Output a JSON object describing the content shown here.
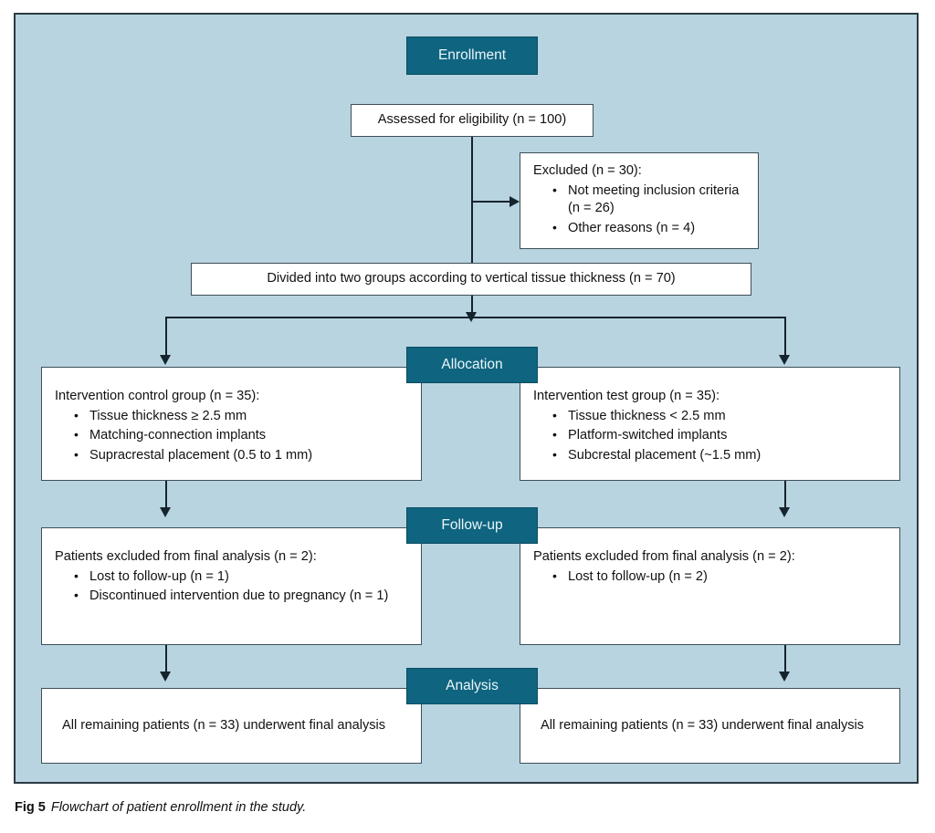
{
  "figure": {
    "caption_label": "Fig 5",
    "caption_text": "Flowchart of patient enrollment in the study.",
    "background_color": "#b8d4e0",
    "accent_color": "#0f647f",
    "box_border_color": "#3d4f58",
    "connector_color": "#15242c"
  },
  "chart_data": {
    "type": "diagram",
    "title": "Flowchart of patient enrollment in the study",
    "stages": [
      "Enrollment",
      "Allocation",
      "Follow-up",
      "Analysis"
    ],
    "nodes": [
      {
        "id": "enrollment-stage",
        "stage": "Enrollment",
        "text": "Enrollment",
        "style": "stage"
      },
      {
        "id": "assessed",
        "stage": "Enrollment",
        "text": "Assessed for eligibility (n = 100)",
        "n": 100
      },
      {
        "id": "excluded",
        "stage": "Enrollment",
        "lead": "Excluded (n = 30):",
        "n": 30,
        "bullets": [
          "Not meeting inclusion criteria (n = 26)",
          "Other reasons (n = 4)"
        ]
      },
      {
        "id": "divided",
        "stage": "Enrollment",
        "text": "Divided into two groups according to vertical tissue thickness (n = 70)",
        "n": 70
      },
      {
        "id": "allocation-stage",
        "stage": "Allocation",
        "text": "Allocation",
        "style": "stage"
      },
      {
        "id": "control-group",
        "stage": "Allocation",
        "lead": "Intervention control group (n = 35):",
        "n": 35,
        "bullets": [
          "Tissue thickness ≥ 2.5 mm",
          "Matching-connection implants",
          "Supracrestal placement (0.5 to 1 mm)"
        ]
      },
      {
        "id": "test-group",
        "stage": "Allocation",
        "lead": "Intervention test group (n = 35):",
        "n": 35,
        "bullets": [
          "Tissue thickness < 2.5 mm",
          "Platform-switched implants",
          "Subcrestal placement (~1.5 mm)"
        ]
      },
      {
        "id": "followup-stage",
        "stage": "Follow-up",
        "text": "Follow-up",
        "style": "stage"
      },
      {
        "id": "control-excluded",
        "stage": "Follow-up",
        "lead": "Patients excluded from final analysis (n = 2):",
        "n": 2,
        "bullets": [
          "Lost to follow-up (n = 1)",
          "Discontinued intervention due to pregnancy (n = 1)"
        ]
      },
      {
        "id": "test-excluded",
        "stage": "Follow-up",
        "lead": "Patients excluded from final analysis (n = 2):",
        "n": 2,
        "bullets": [
          "Lost to follow-up (n = 2)"
        ]
      },
      {
        "id": "analysis-stage",
        "stage": "Analysis",
        "text": "Analysis",
        "style": "stage"
      },
      {
        "id": "control-analysis",
        "stage": "Analysis",
        "text": "All remaining patients (n = 33) underwent final analysis",
        "n": 33
      },
      {
        "id": "test-analysis",
        "stage": "Analysis",
        "text": "All remaining patients (n = 33) underwent final analysis",
        "n": 33
      }
    ],
    "edges": [
      {
        "from": "assessed",
        "to": "divided",
        "type": "straight-down"
      },
      {
        "from": "assessed",
        "to": "excluded",
        "type": "branch-right"
      },
      {
        "from": "divided",
        "to": "control-group",
        "type": "split-left"
      },
      {
        "from": "divided",
        "to": "test-group",
        "type": "split-right"
      },
      {
        "from": "control-group",
        "to": "control-excluded",
        "type": "straight-down"
      },
      {
        "from": "test-group",
        "to": "test-excluded",
        "type": "straight-down"
      },
      {
        "from": "control-excluded",
        "to": "control-analysis",
        "type": "straight-down"
      },
      {
        "from": "test-excluded",
        "to": "test-analysis",
        "type": "straight-down"
      }
    ]
  },
  "enrollment": {
    "stage_label": "Enrollment",
    "assessed": "Assessed for eligibility (n = 100)",
    "excluded_lead": "Excluded (n = 30):",
    "excluded_b1": "Not meeting inclusion criteria (n = 26)",
    "excluded_b2": "Other reasons (n = 4)",
    "divided": "Divided into two groups according to vertical tissue thickness (n = 70)"
  },
  "allocation": {
    "stage_label": "Allocation",
    "control_lead": "Intervention control group (n = 35):",
    "control_b1": "Tissue thickness ≥ 2.5 mm",
    "control_b2": "Matching-connection implants",
    "control_b3": "Supracrestal placement (0.5 to 1 mm)",
    "test_lead": "Intervention test group (n = 35):",
    "test_b1": "Tissue thickness < 2.5 mm",
    "test_b2": "Platform-switched implants",
    "test_b3": "Subcrestal placement (~1.5 mm)"
  },
  "followup": {
    "stage_label": "Follow-up",
    "control_lead": "Patients excluded from final analysis (n = 2):",
    "control_b1": "Lost to follow-up (n = 1)",
    "control_b2": "Discontinued intervention due to pregnancy (n = 1)",
    "test_lead": "Patients excluded from final analysis (n = 2):",
    "test_b1": "Lost to follow-up (n = 2)"
  },
  "analysis": {
    "stage_label": "Analysis",
    "control_text": "All remaining patients (n = 33) underwent final analysis",
    "test_text": "All remaining patients (n = 33) underwent final analysis"
  }
}
